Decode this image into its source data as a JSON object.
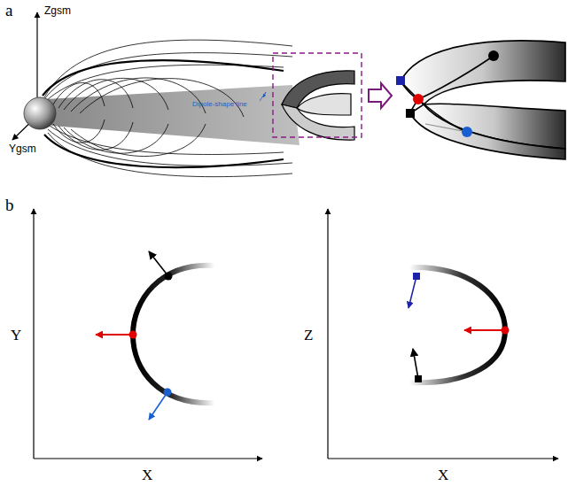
{
  "diagram": {
    "labels": [
      "a",
      "Zgsm",
      "Ygsm",
      "Dipole-shape line",
      "b",
      "Y",
      "X",
      "Z",
      "X"
    ]
  }
}
